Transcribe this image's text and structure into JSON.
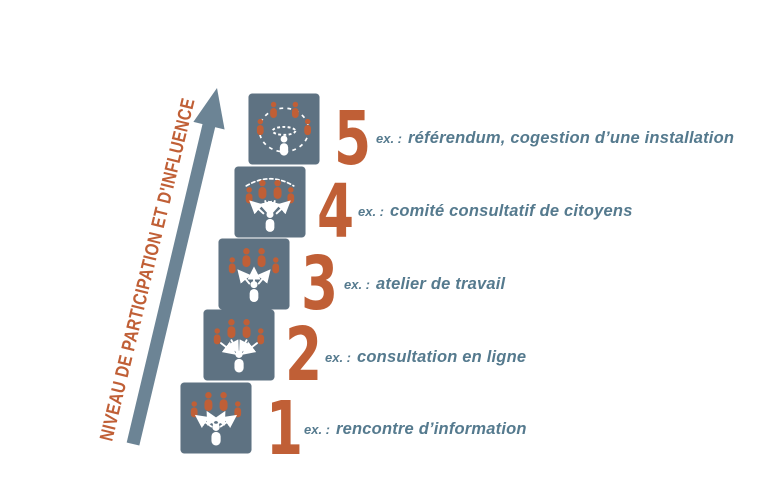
{
  "axis": {
    "label": "NIVEAU DE PARTICIPATION ET D'INFLUENCE"
  },
  "colors": {
    "orange": "#C05F36",
    "slate": "#6C8495",
    "icon_bg": "#5E7282",
    "example_text": "#557A8E",
    "white": "#FFFFFF"
  },
  "levels": [
    {
      "number": "5",
      "example_prefix": "ex. :",
      "example": "référendum, cogestion d’une installation",
      "icon": "roundtable-cogestion-icon",
      "icon_style": "roundtable"
    },
    {
      "number": "4",
      "example_prefix": "ex. :",
      "example": "comité consultatif de citoyens",
      "icon": "committee-bidirectional-icon",
      "icon_style": "committee"
    },
    {
      "number": "3",
      "example_prefix": "ex. :",
      "example": "atelier de travail",
      "icon": "workshop-dialogue-icon",
      "icon_style": "dialogue"
    },
    {
      "number": "2",
      "example_prefix": "ex. :",
      "example": "consultation en ligne",
      "icon": "consultation-feedback-icon",
      "icon_style": "feedback"
    },
    {
      "number": "1",
      "example_prefix": "ex. :",
      "example": "rencontre d’information",
      "icon": "information-broadcast-icon",
      "icon_style": "broadcast"
    }
  ]
}
